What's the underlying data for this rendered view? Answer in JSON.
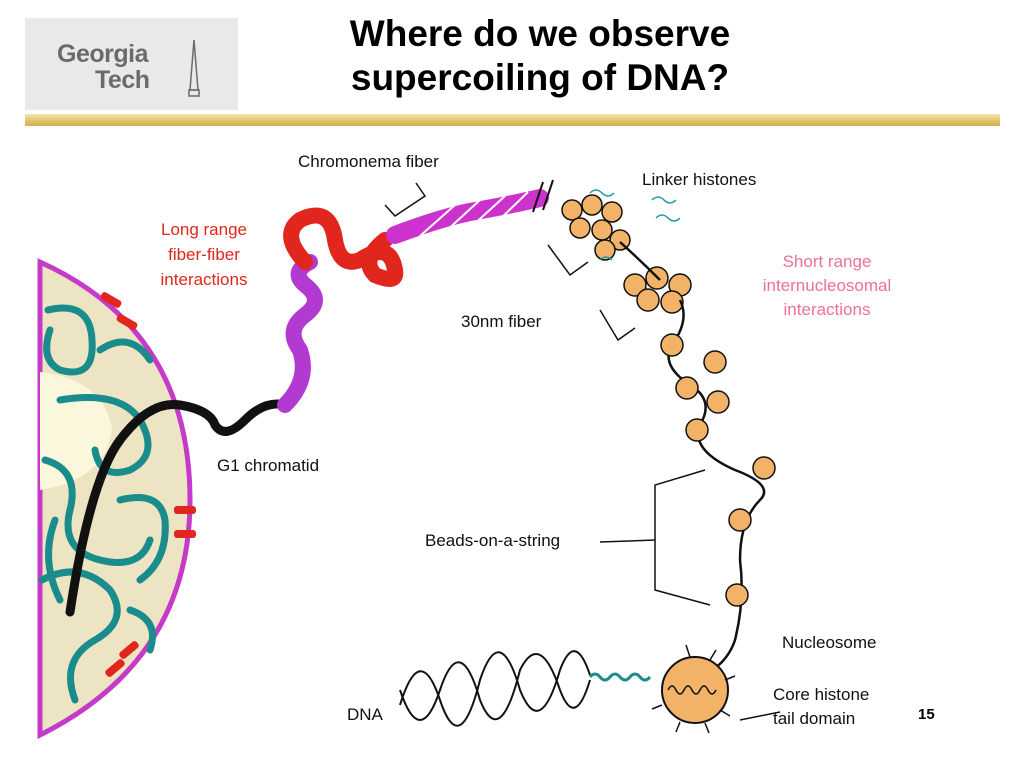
{
  "logo": {
    "line1": "Georgia",
    "line2": "Tech"
  },
  "slide": {
    "title_line1": "Where do we observe",
    "title_line2": "supercoiling of DNA?",
    "page_number": "15"
  },
  "diagram": {
    "labels": {
      "chromonema_fiber": "Chromonema fiber",
      "linker_histones": "Linker histones",
      "long_range_1": "Long range",
      "long_range_2": "fiber-fiber",
      "long_range_3": "interactions",
      "short_range_1": "Short range",
      "short_range_2": "internucleosomal",
      "short_range_3": "interactions",
      "fiber_30nm": "30nm fiber",
      "g1_chromatid": "G1 chromatid",
      "beads": "Beads-on-a-string",
      "nucleosome": "Nucleosome",
      "core_histone_1": "Core histone",
      "core_histone_2": "tail domain",
      "dna": "DNA"
    },
    "colors": {
      "nucleus_fill": "#ede4c4",
      "nucleus_membrane": "#c53ac9",
      "chromatin_teal": "#1a8c8c",
      "long_range_red": "#e0261d",
      "fiber_magenta": "#cc33cc",
      "nucleosome_orange": "#f2b268"
    }
  }
}
